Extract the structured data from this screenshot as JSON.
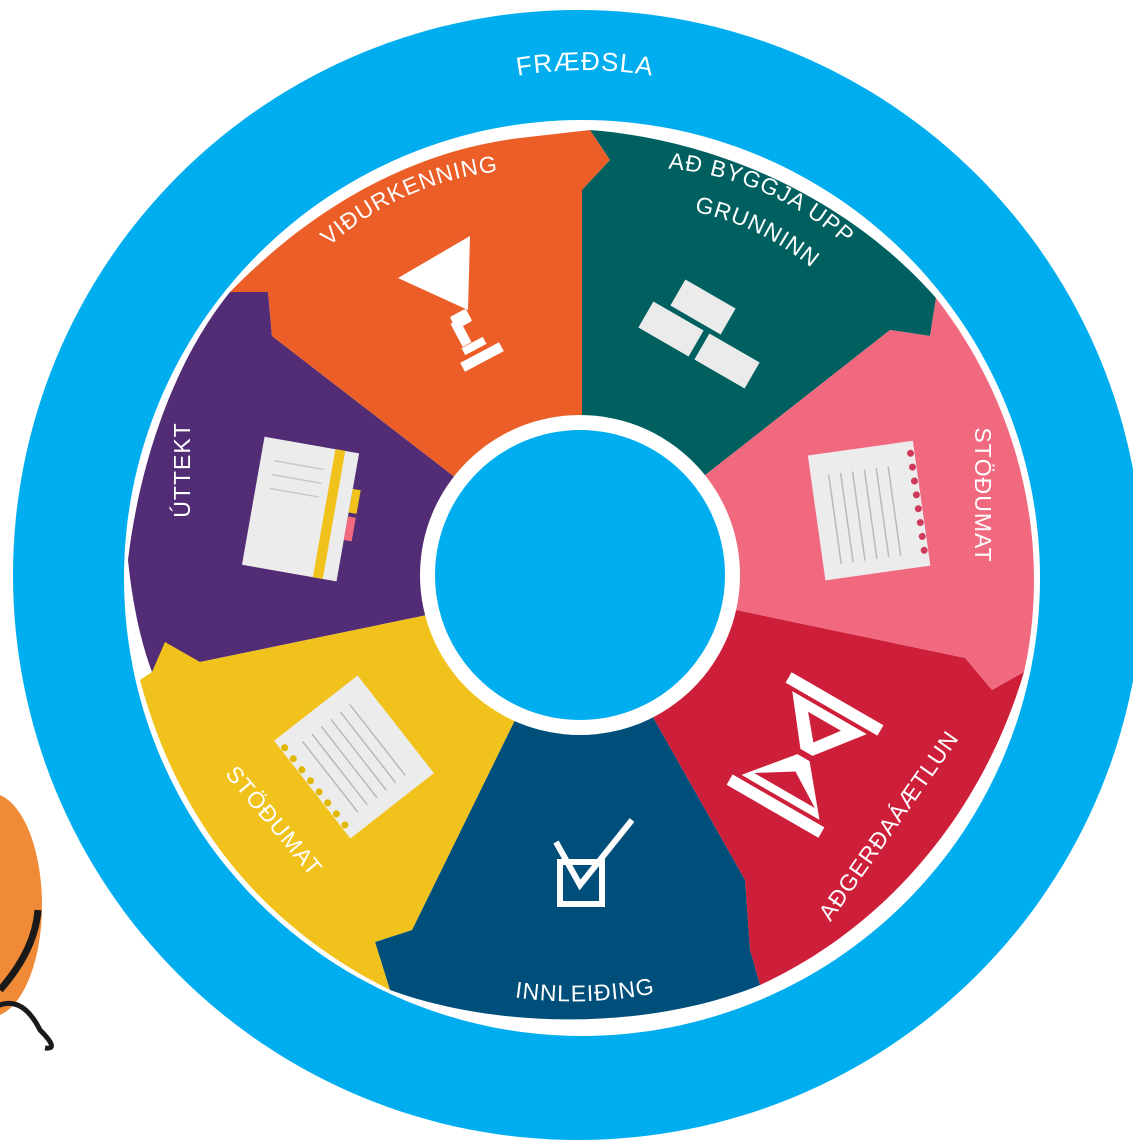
{
  "outer_ring": {
    "label": "FRÆÐSLA",
    "color": "#00AEEF"
  },
  "segments": [
    {
      "id": "vidurkenning",
      "label": "VIÐURKENNING",
      "color": "#EC5E28",
      "icon": "trophy-icon"
    },
    {
      "id": "grunnur",
      "label_lines": [
        "AÐ BYGGJA UPP",
        "GRUNNINN"
      ],
      "color": "#006060",
      "icon": "bricks-icon"
    },
    {
      "id": "stodumat-right",
      "label": "STÖÐUMAT",
      "color": "#F0697E",
      "icon": "notepad-icon"
    },
    {
      "id": "adgerdaaaetlun",
      "label": "AÐGERÐAÁÆTLUN",
      "color": "#CE1F3A",
      "icon": "hourglass-icon"
    },
    {
      "id": "innleiding",
      "label": "INNLEIÐING",
      "color": "#004F7B",
      "icon": "checkbox-icon"
    },
    {
      "id": "stodumat-left",
      "label": "STÖÐUMAT",
      "color": "#F1C21B",
      "icon": "notepad-icon"
    },
    {
      "id": "uttekt",
      "label": "ÚTTEKT",
      "color": "#522D75",
      "icon": "notebook-icon"
    }
  ],
  "center_color": "#00AEEF",
  "mascot": {
    "icon": "pumpkin-icon",
    "color": "#F08A37"
  }
}
